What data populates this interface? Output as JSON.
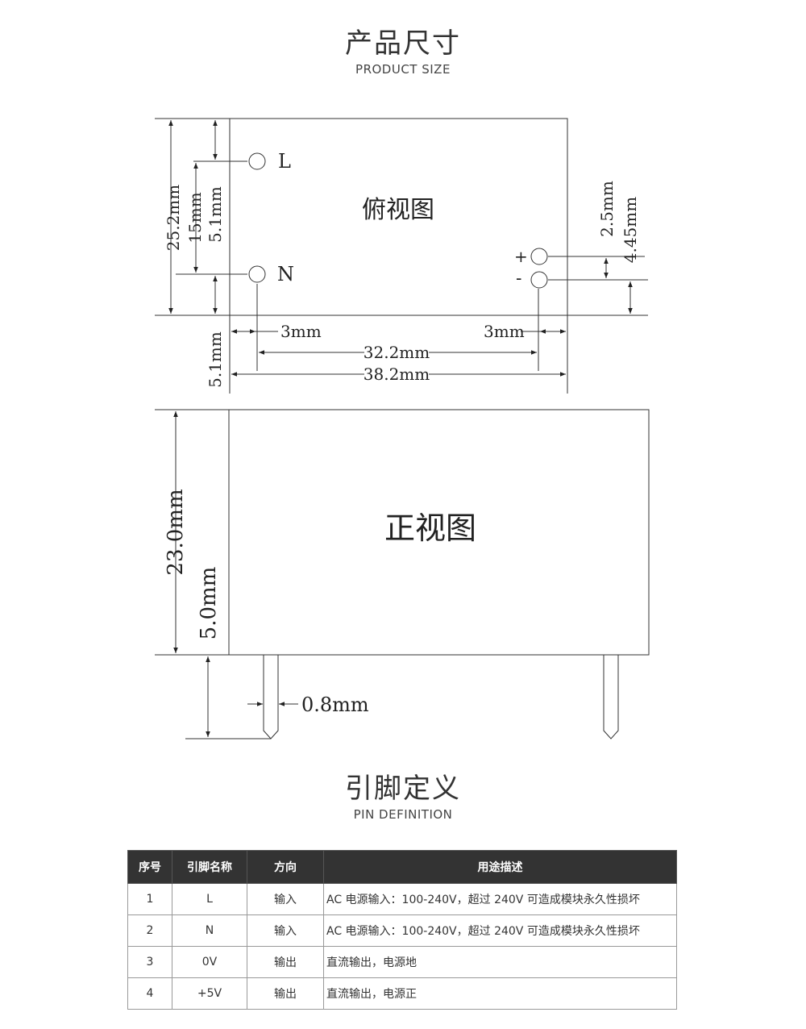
{
  "product_size": {
    "title": "产品尺寸",
    "subtitle": "PRODUCT SIZE"
  },
  "top_view": {
    "label": "俯视图",
    "pins": {
      "l": "L",
      "n": "N",
      "plus": "+",
      "minus": "-"
    },
    "dims": {
      "height_total": "25.2mm",
      "pin_spacing_vertical": "15mm",
      "edge_to_pin_upper": "5.1mm",
      "edge_to_pin_lower": "5.1mm",
      "right_upper": "2.5mm",
      "right_lower": "4.45mm",
      "left_offset": "3mm",
      "right_offset": "3mm",
      "pin_spacing_horizontal": "32.2mm",
      "width_total": "38.2mm"
    }
  },
  "front_view": {
    "label": "正视图",
    "dims": {
      "height": "23.0mm",
      "pin_length": "5.0mm",
      "pin_width": "0.8mm"
    }
  },
  "pin_definition": {
    "title": "引脚定义",
    "subtitle": "PIN DEFINITION",
    "headers": [
      "序号",
      "引脚名称",
      "方向",
      "用途描述"
    ],
    "rows": [
      [
        "1",
        "L",
        "输入",
        "AC 电源输入：100-240V，超过 240V 可造成模块永久性损坏"
      ],
      [
        "2",
        "N",
        "输入",
        "AC 电源输入：100-240V，超过 240V 可造成模块永久性损坏"
      ],
      [
        "3",
        "0V",
        "输出",
        "直流输出，电源地"
      ],
      [
        "4",
        "+5V",
        "输出",
        "直流输出，电源正"
      ]
    ]
  }
}
